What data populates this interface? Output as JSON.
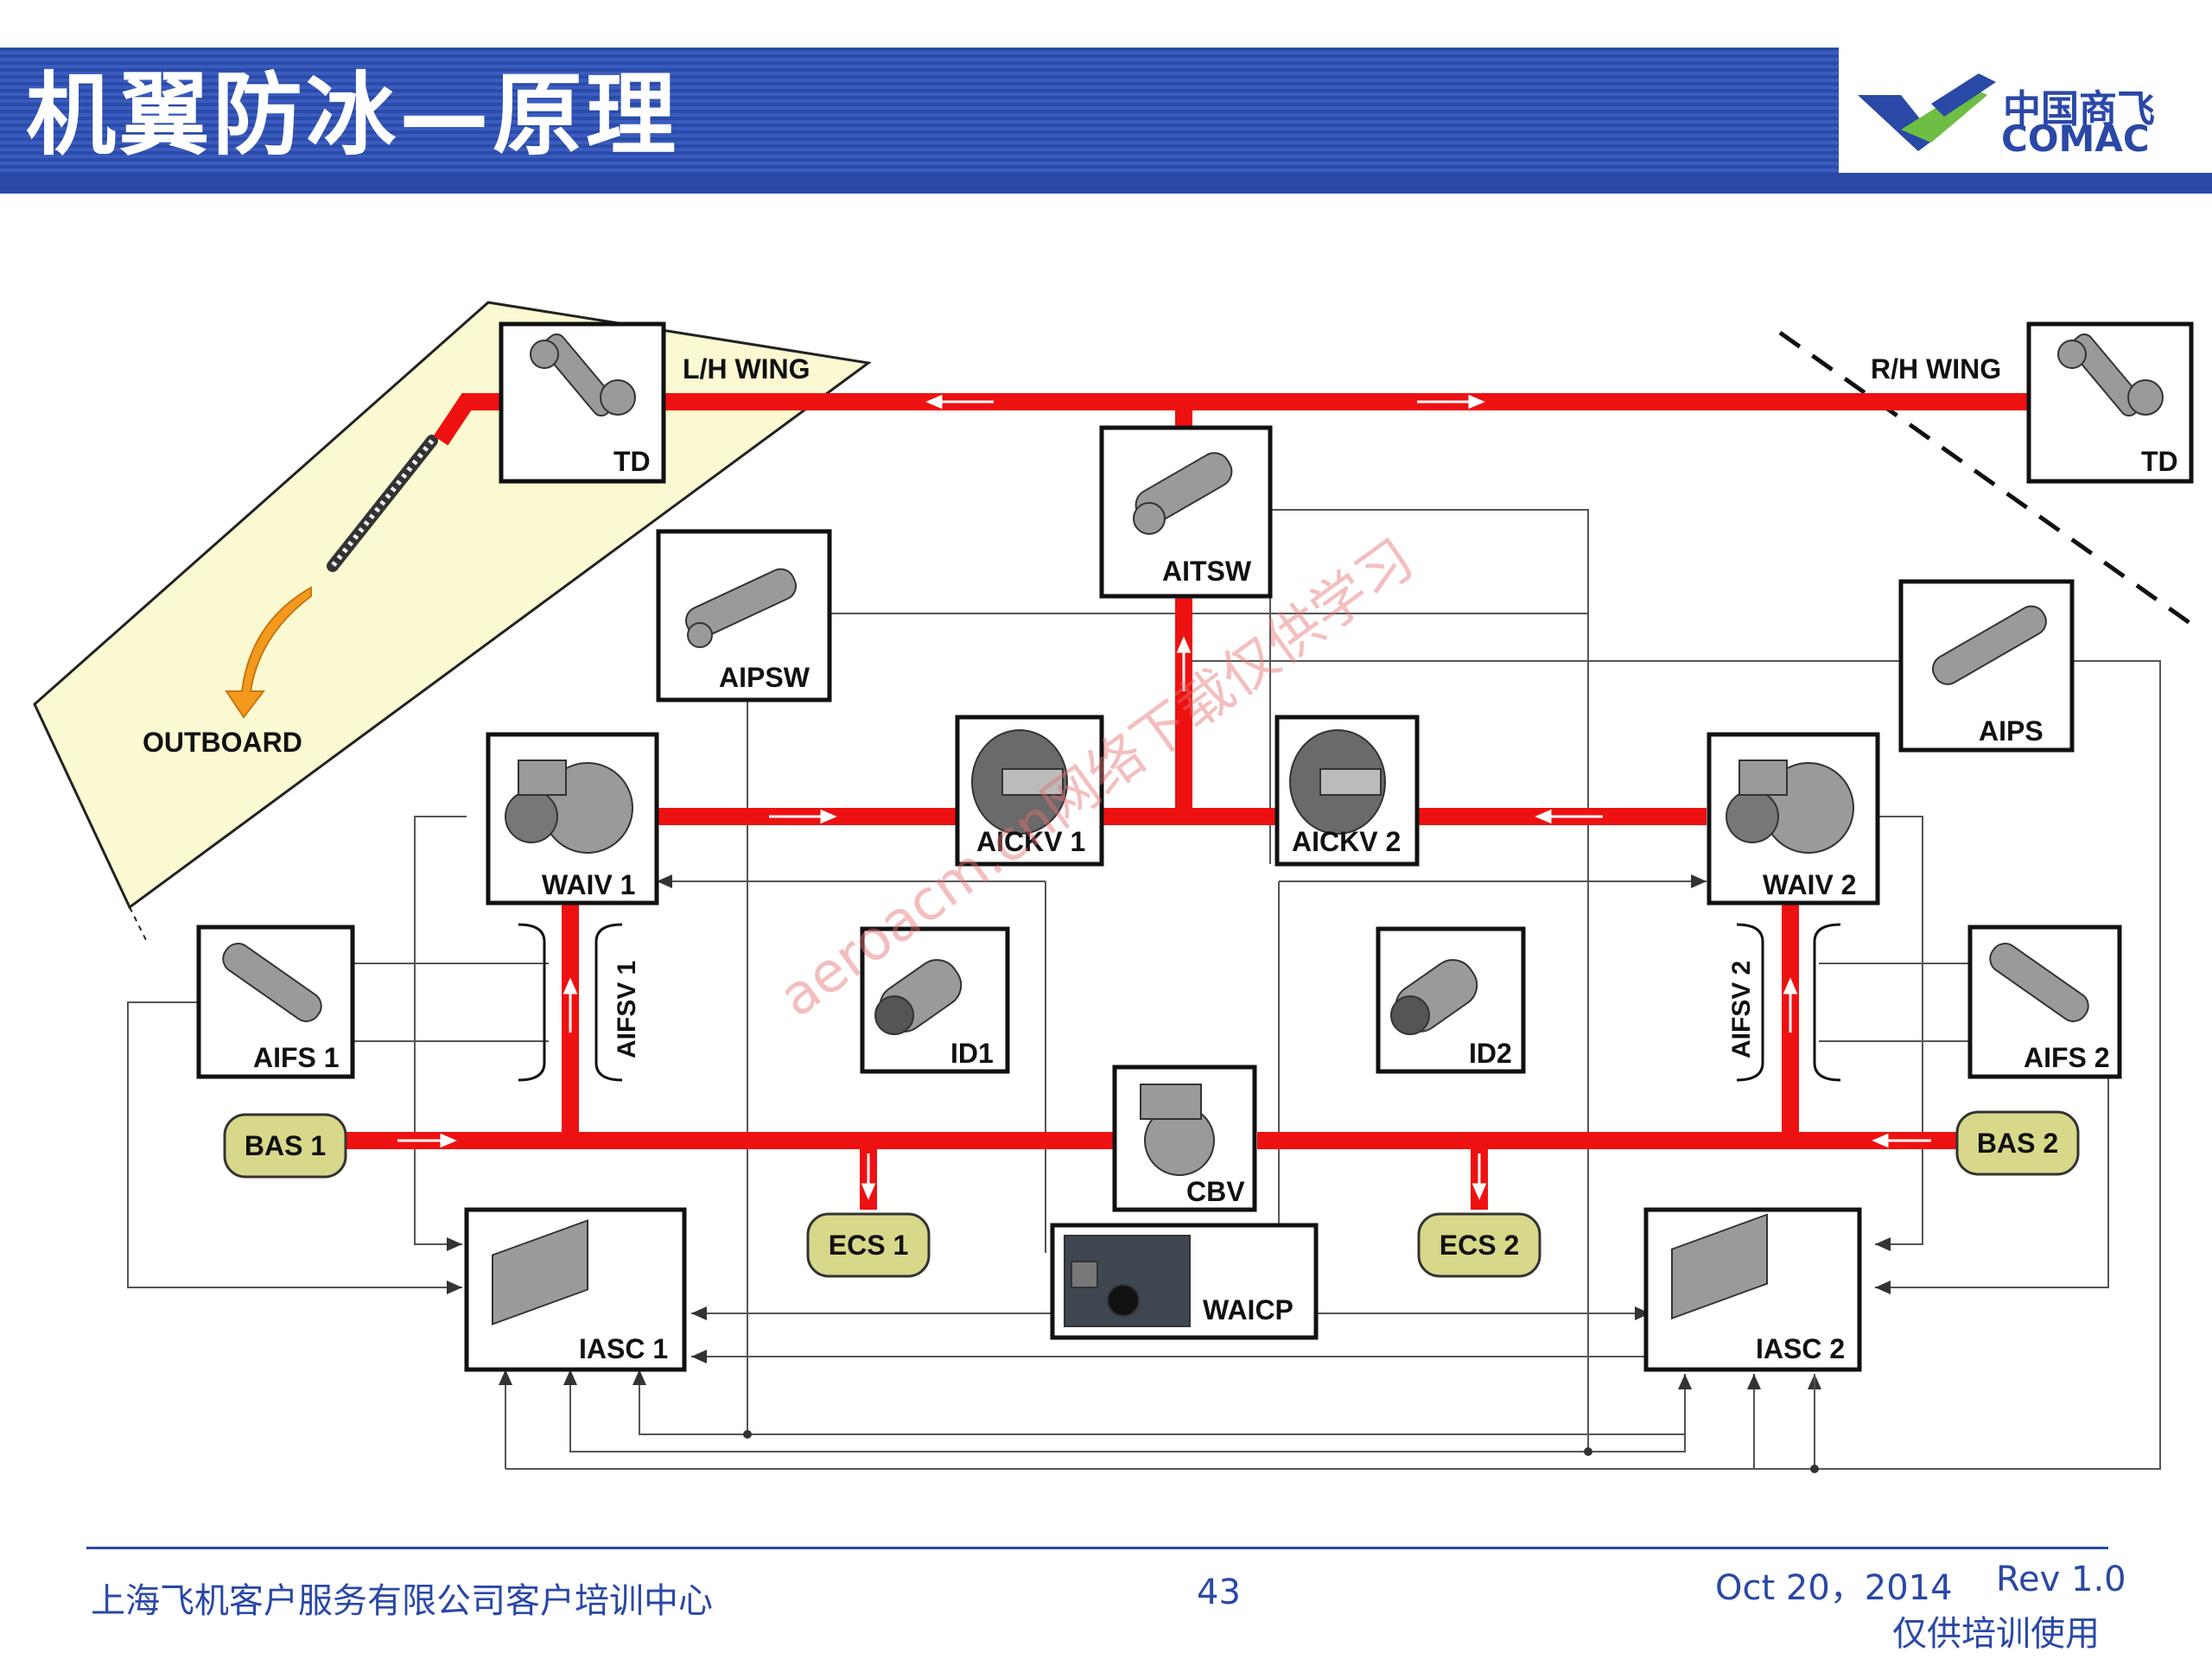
{
  "header": {
    "title": "机翼防冰—原理",
    "logo_cn": "中国商飞",
    "logo_en": "COMAC"
  },
  "diagram": {
    "wing_labels": {
      "left": "L/H WING",
      "right": "R/H WING",
      "outboard": "OUTBOARD"
    },
    "components": {
      "td_left": "TD",
      "td_right": "TD",
      "aitsw": "AITSW",
      "aipsw": "AIPSW",
      "aips": "AIPS",
      "waiv1": "WAIV 1",
      "waiv2": "WAIV 2",
      "aickv1": "AICKV 1",
      "aickv2": "AICKV 2",
      "aifs1": "AIFS 1",
      "aifs2": "AIFS 2",
      "aifsv1": "AIFSV 1",
      "aifsv2": "AIFSV 2",
      "id1": "ID1",
      "id2": "ID2",
      "cbv": "CBV",
      "waicp": "WAICP",
      "iasc1": "IASC 1",
      "iasc2": "IASC 2"
    },
    "sources": {
      "bas1": "BAS 1",
      "bas2": "BAS 2",
      "ecs1": "ECS 1",
      "ecs2": "ECS 2"
    },
    "colors": {
      "duct": "#ee1111",
      "source_fill": "#d8d88a",
      "wing_fill": "#fbf9d2",
      "arrow": "#f39a1e"
    }
  },
  "watermark": "aeroacm.cn网络下载仅供学习",
  "footer": {
    "organization": "上海飞机客户服务有限公司客户培训中心",
    "page_number": "43",
    "date": "Oct 20，2014",
    "revision": "Rev 1.0",
    "note": "仅供培训使用"
  }
}
